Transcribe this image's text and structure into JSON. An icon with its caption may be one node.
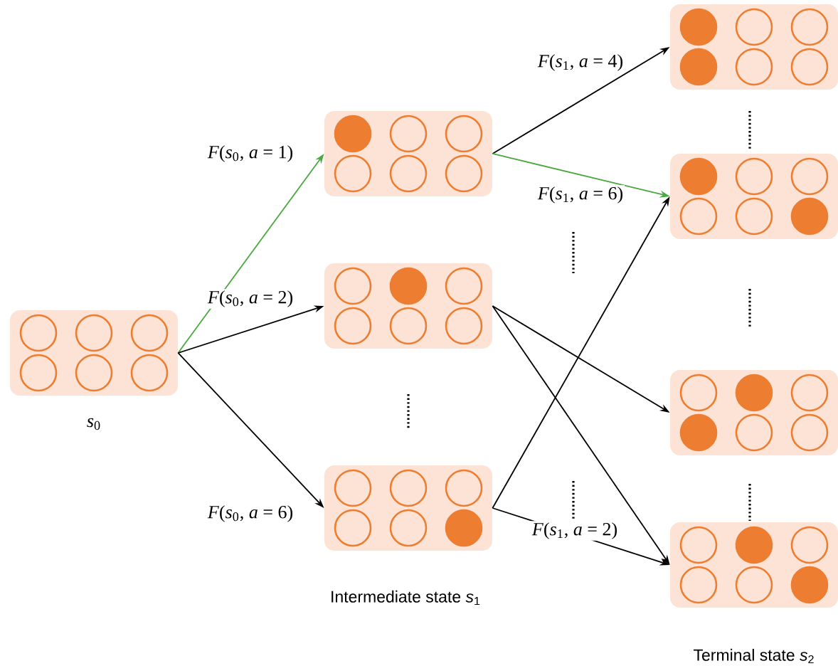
{
  "diagram": {
    "nodes": [
      {
        "text": [],
        "shape": "box",
        "beside": [
          "*s*$_{0}$"
        ]
      },
      {
        "text": [],
        "shape": "box"
      },
      {
        "text": [],
        "shape": "box"
      },
      {
        "text": [],
        "shape": "box"
      },
      {
        "text": [],
        "shape": "box"
      },
      {
        "text": [],
        "shape": "box"
      },
      {
        "text": [],
        "shape": "box"
      },
      {
        "text": [],
        "shape": "box"
      }
    ],
    "edges": [
      {
        "from": 0,
        "to": 1,
        "arrow": "to",
        "label": "*F*(*s*$_{0}$, *a* = 1)",
        "color": "#4aa83f"
      },
      {
        "from": 0,
        "to": 2,
        "arrow": "to",
        "label": "*F*(*s*$_{0}$, *a* = 2)"
      },
      {
        "from": 0,
        "to": 3,
        "arrow": "to",
        "label": "*F*(*s*$_{0}$, *a* = 6)"
      },
      {
        "from": 1,
        "to": 4,
        "arrow": "to",
        "label": "*F*(*s*$_{1}$, *a* = 4)"
      },
      {
        "from": 1,
        "to": 5,
        "arrow": "to",
        "label": "*F*(*s*$_{1}$, *a* = 6)",
        "color": "#4aa83f"
      },
      {
        "from": 2,
        "to": 6,
        "arrow": "to"
      },
      {
        "from": 2,
        "to": 7,
        "arrow": "to"
      },
      {
        "from": 3,
        "to": 5,
        "arrow": "to"
      },
      {
        "from": 3,
        "to": 7,
        "arrow": "to",
        "label": "*F*(*s*$_{1}$, *a* = 2)"
      }
    ],
    "labels": [
      "Intermediate state *s*$_{1}$",
      "Terminal state *s*$_{2}$"
    ]
  }
}
